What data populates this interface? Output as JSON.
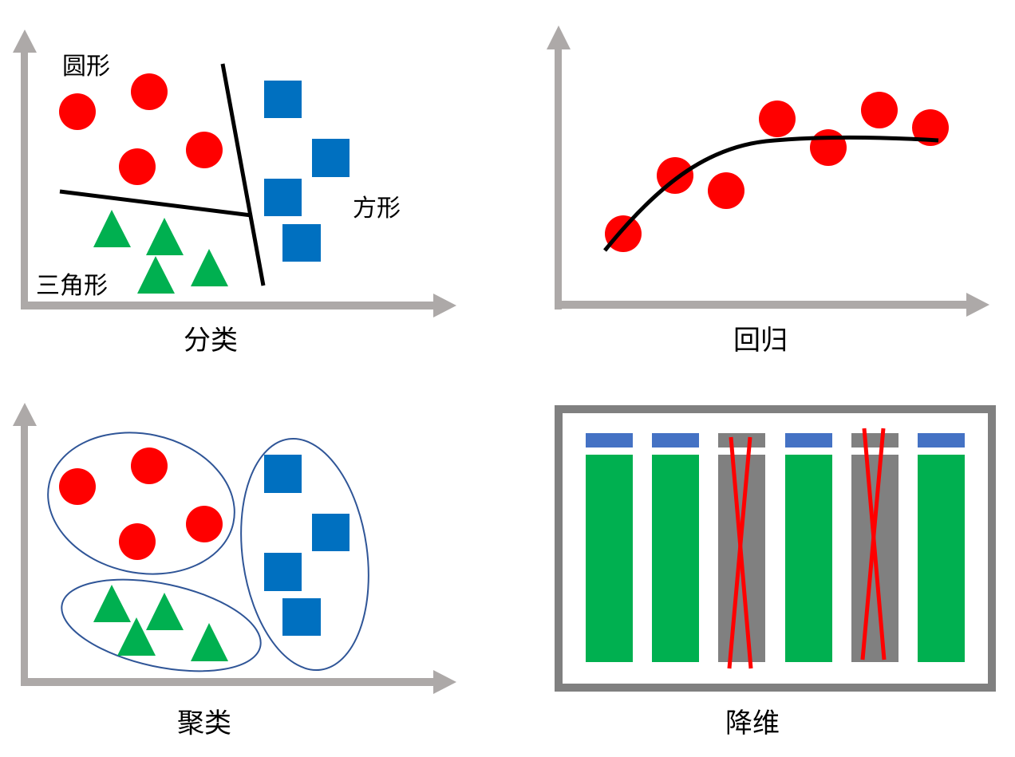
{
  "colors": {
    "axis": "#ADA9A8",
    "circle": "#FF0000",
    "square": "#0070C0",
    "triangle": "#00B050",
    "boundary": "#000000",
    "cluster_outline": "#2F5597",
    "frame": "#808080",
    "feature_header": "#4472C4",
    "feature_body": "#00B050",
    "feature_removed": "#808080",
    "cross": "#FF0000"
  },
  "panels": {
    "classification": {
      "caption": "分类",
      "labels": {
        "circle": "圆形",
        "square": "方形",
        "triangle": "三角形"
      },
      "circles": 4,
      "squares": 4,
      "triangles": 4,
      "boundaries": 2
    },
    "regression": {
      "caption": "回归",
      "points": 7,
      "fit": "curve"
    },
    "clustering": {
      "caption": "聚类",
      "clusters": [
        {
          "shape": "circle",
          "count": 4
        },
        {
          "shape": "triangle",
          "count": 4
        },
        {
          "shape": "square",
          "count": 4
        }
      ]
    },
    "dimensionality_reduction": {
      "caption": "降维",
      "features": [
        {
          "kept": true
        },
        {
          "kept": true
        },
        {
          "kept": false
        },
        {
          "kept": true
        },
        {
          "kept": false
        },
        {
          "kept": true
        }
      ]
    }
  }
}
